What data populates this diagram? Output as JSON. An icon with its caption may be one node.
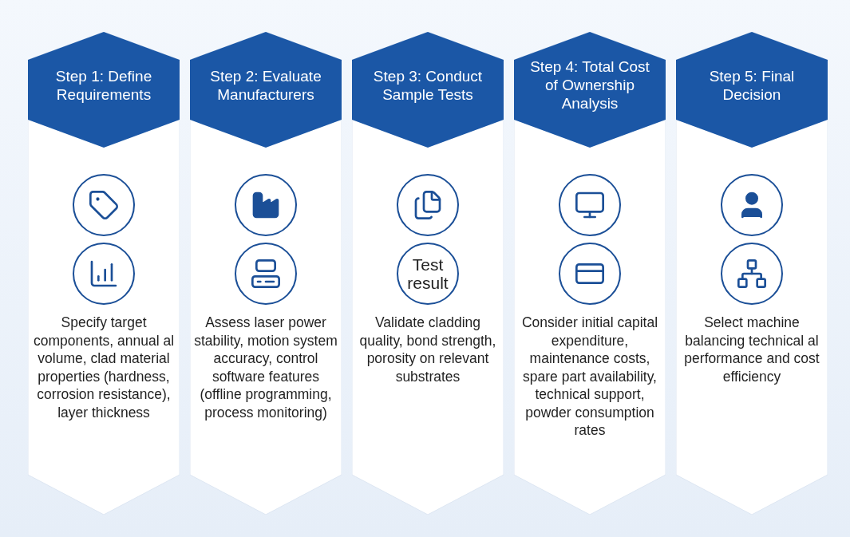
{
  "diagram": {
    "nodes": [
      {
        "text": [
          "Specify target components, annual al volume, clad material properties (hardness, corrosion resistance), layer thickness"
        ]
      },
      {
        "text": [
          "Step 1: Define Requirements"
        ],
        "in": 0
      },
      {
        "text": [
          "Assess laser power stability, motion system accuracy, control software features (offline programming, process monitoring)"
        ]
      },
      {
        "text": [
          "Step 2: Evaluate Manufacturers"
        ],
        "in": 2
      },
      {
        "text": [
          "Validate cladding quality, bond strength, porosity on relevant substrates"
        ]
      },
      {
        "text": [
          "Step 3: Conduct Sample Tests"
        ],
        "in": 4
      },
      {
        "text": [
          "Test result"
        ],
        "in": 4
      },
      {
        "text": [
          "Consider initial capital expenditure, maintenance costs, spare part availability, technical support, powder consumption rates"
        ]
      },
      {
        "text": [
          "Step 4: Total Cost of Ownership Analysis"
        ],
        "in": 7
      },
      {
        "text": [
          "Select machine balancing technical al performance and cost efficiency"
        ]
      },
      {
        "text": [
          "Step 5: Final Decision"
        ],
        "in": 9
      }
    ]
  }
}
